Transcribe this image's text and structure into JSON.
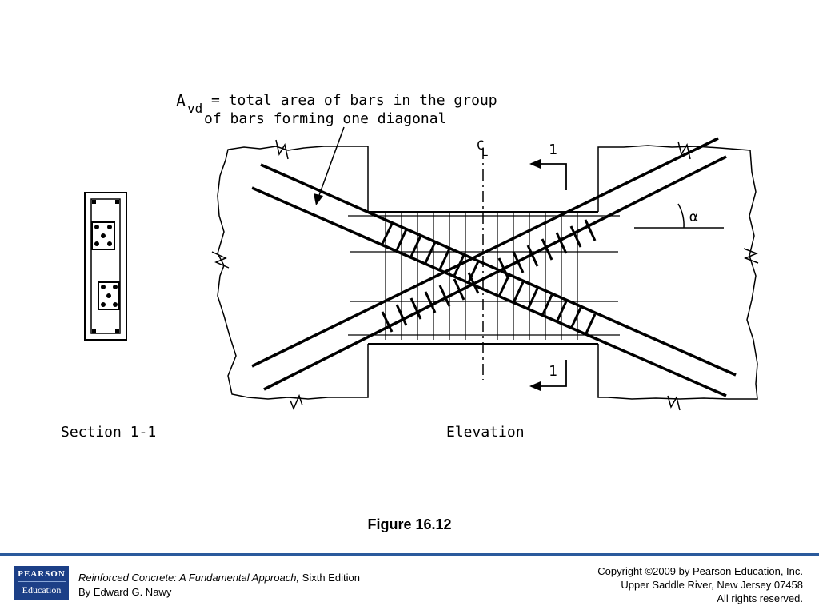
{
  "figure": {
    "annotation_line1": "= total area of bars in the group",
    "annotation_line2": "of bars forming one diagonal",
    "avd_symbol": "A",
    "avd_subscript": "vd",
    "centerline_c": "C",
    "centerline_l": "L",
    "section_mark_top": "1",
    "section_mark_bottom": "1",
    "angle_symbol": "α",
    "label_section": "Section 1-1",
    "label_elevation": "Elevation"
  },
  "caption": "Figure 16.12",
  "footer": {
    "logo_top": "PEARSON",
    "logo_bottom": "Education",
    "book_title": "Reinforced Concrete: A Fundamental Approach,",
    "book_edition": " Sixth Edition",
    "book_author": "By Edward G. Nawy",
    "copyright_line1": "Copyright ©2009 by Pearson Education, Inc.",
    "copyright_line2": "Upper Saddle River, New Jersey 07458",
    "copyright_line3": "All rights reserved."
  },
  "colors": {
    "accent": "#2a5a9c",
    "logo_bg": "#1c3f87"
  }
}
